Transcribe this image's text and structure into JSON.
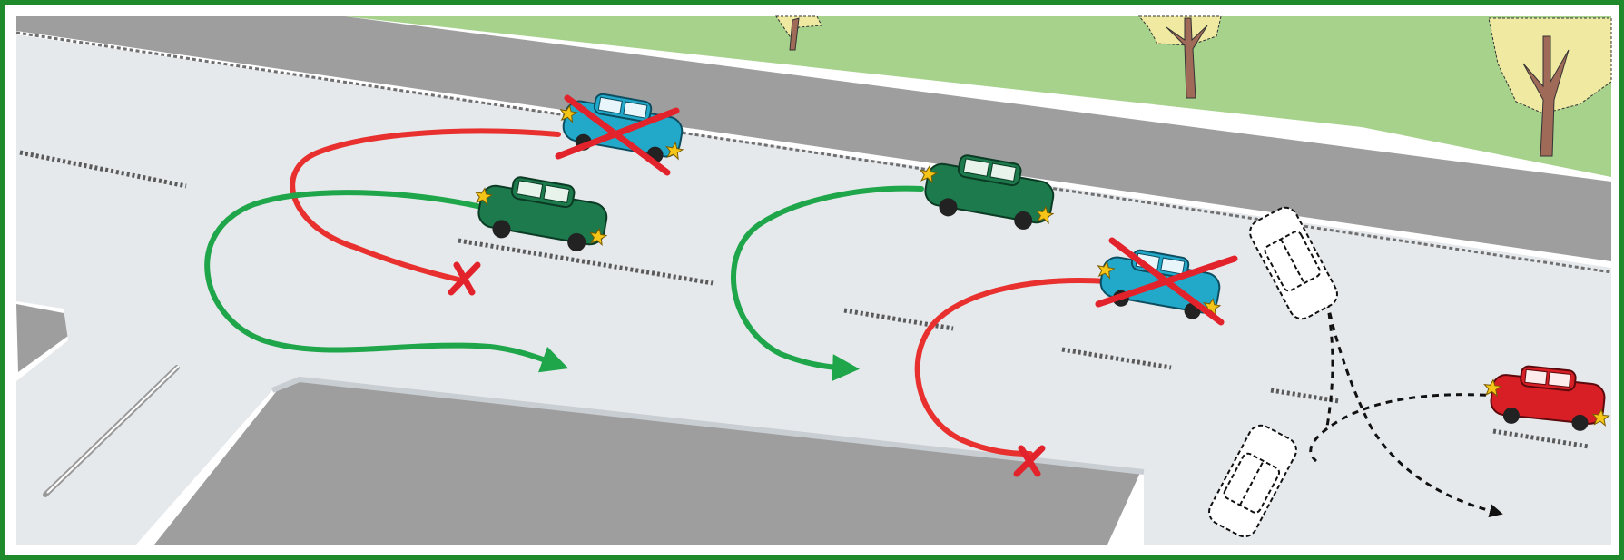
{
  "colors": {
    "frame_border": "#1f8a2b",
    "grass": "#a6d28c",
    "grass_dark": "#5fb35a",
    "kerb": "#9e9e9e",
    "road": "#e6e9ec",
    "lane_marking": "#5a5a5a",
    "allowed_path": "#1fa54a",
    "forbidden_path": "#e8312f",
    "forbidden_cross": "#e3232c",
    "car_green": "#1d7a4c",
    "car_teal": "#22a9c9",
    "car_red": "#d81f26",
    "car_outline": "#ffffff",
    "indicator": "#f5c518"
  },
  "scene": {
    "manoeuvres": [
      {
        "id": "u-turn-1",
        "type": "u-turn",
        "allowed": true,
        "car_color": "green"
      },
      {
        "id": "u-turn-1-wrong",
        "type": "u-turn",
        "allowed": false,
        "car_color": "teal"
      },
      {
        "id": "u-turn-2",
        "type": "u-turn",
        "allowed": true,
        "car_color": "green"
      },
      {
        "id": "u-turn-2-wrong",
        "type": "u-turn",
        "allowed": false,
        "car_color": "teal"
      },
      {
        "id": "three-point-turn",
        "type": "three-point-turn",
        "allowed": true,
        "car_color": "red"
      }
    ],
    "icons": [
      "car-icon",
      "cross-mark-icon",
      "arrow-icon",
      "tree-icon"
    ]
  }
}
